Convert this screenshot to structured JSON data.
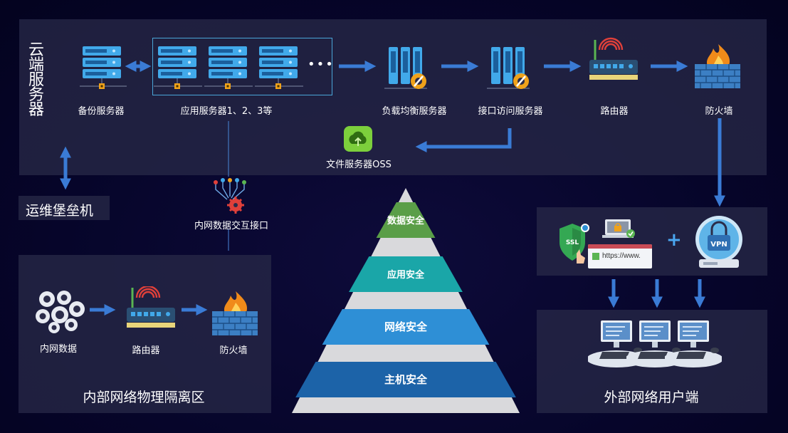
{
  "cloud": {
    "title": "云端服务器",
    "backup": "备份服务器",
    "app_servers": "应用服务器1、2、3等",
    "load_balancer": "负载均衡服务器",
    "api_server": "接口访问服务器",
    "router": "路由器",
    "firewall": "防火墙",
    "file_server": "文件服务器OSS"
  },
  "ops": {
    "label": "运维堡垒机"
  },
  "intranet_interface": {
    "label": "内网数据交互接口"
  },
  "internal_zone": {
    "title": "内部网络物理隔离区",
    "data": "内网数据",
    "router": "路由器",
    "firewall": "防火墙"
  },
  "external_zone": {
    "title": "外部网络用户端",
    "ssl_badge": "SSL",
    "url_text": "https://www.",
    "plus": "+",
    "vpn_badge": "VPN"
  },
  "pyramid": {
    "levels": [
      "数据安全",
      "应用安全",
      "网络安全",
      "主机安全"
    ],
    "colors": [
      "#5a9e48",
      "#1aa6a8",
      "#2e8fd6",
      "#1c63a8"
    ]
  },
  "colors": {
    "arrow": "#3a7bd5",
    "server_blue": "#3fa8e8",
    "accent_orange": "#f0a21a"
  }
}
